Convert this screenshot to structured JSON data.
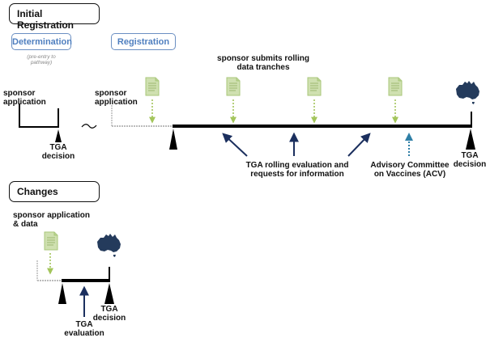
{
  "initial": {
    "section_title": "Initial Registration",
    "phase_determination": "Determination",
    "phase_determination_note_line1": "(pre-entry to",
    "phase_determination_note_line2": "pathway)",
    "phase_registration": "Registration",
    "sponsor_application_left_line1": "sponsor",
    "sponsor_application_left_line2": "application",
    "sponsor_application_right_line1": "sponsor",
    "sponsor_application_right_line2": "application",
    "tga_decision_left_line1": "TGA",
    "tga_decision_left_line2": "decision",
    "rolling_line1": "sponsor submits rolling",
    "rolling_line2": "data tranches",
    "evaluation_line1": "TGA rolling evaluation and",
    "evaluation_line2": "requests for information",
    "acv_line1": "Advisory Committee",
    "acv_line2": "on Vaccines (ACV)",
    "tga_decision_right_line1": "TGA",
    "tga_decision_right_line2": "decision"
  },
  "changes": {
    "section_title": "Changes",
    "sponsor_line1": "sponsor application",
    "sponsor_line2": "& data",
    "evaluation_line1": "TGA",
    "evaluation_line2": "evaluation",
    "decision_line1": "TGA",
    "decision_line2": "decision"
  },
  "colors": {
    "timeline": "#000000",
    "document_green": "#a9c77a",
    "dotted_green": "#a3c55b",
    "arrow_navy": "#1b2f5e",
    "acv_teal": "#2f7fa6",
    "phase_blue": "#4f7fbf",
    "gray_connector": "#b5b5b5"
  },
  "icons": [
    "document-icon",
    "australia-map-icon",
    "tilde-break-icon"
  ]
}
